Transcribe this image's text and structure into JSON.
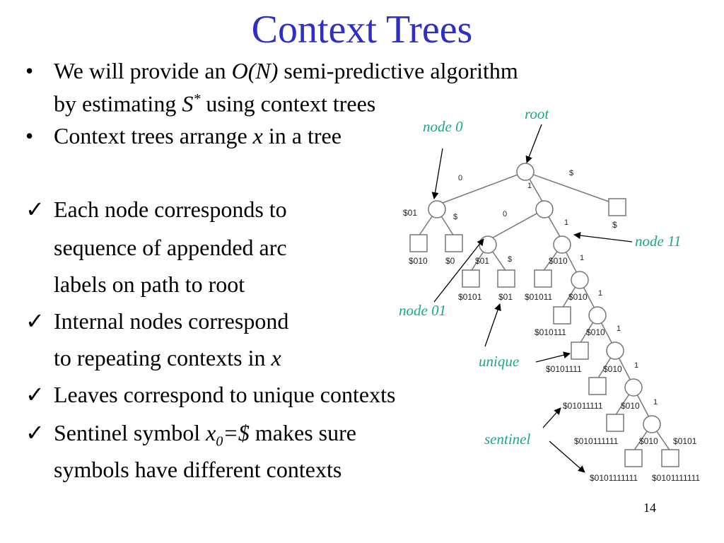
{
  "title": "Context Trees",
  "bullets": [
    {
      "symbol": "•",
      "parts": [
        {
          "t": "We will provide an ",
          "i": false
        },
        {
          "t": "O(N)",
          "i": true
        },
        {
          "t": " semi-predictive algorithm",
          "i": false
        }
      ]
    },
    {
      "symbol": "",
      "parts": [
        {
          "t": "by estimating ",
          "i": false
        },
        {
          "t": "S",
          "i": true
        },
        {
          "t": "*",
          "i": true,
          "sup": true
        },
        {
          "t": " using context trees",
          "i": false
        }
      ]
    },
    {
      "symbol": "•",
      "parts": [
        {
          "t": "Context trees arrange ",
          "i": false
        },
        {
          "t": "x",
          "i": true
        },
        {
          "t": " in a tree",
          "i": false
        }
      ]
    },
    {
      "symbol": "✓",
      "parts": [
        {
          "t": "Each node corresponds to",
          "i": false
        }
      ]
    },
    {
      "symbol": "",
      "parts": [
        {
          "t": "sequence of appended arc",
          "i": false
        }
      ]
    },
    {
      "symbol": "",
      "parts": [
        {
          "t": "labels on path to root",
          "i": false
        }
      ]
    },
    {
      "symbol": "✓",
      "parts": [
        {
          "t": "Internal nodes correspond",
          "i": false
        }
      ]
    },
    {
      "symbol": "",
      "parts": [
        {
          "t": "to repeating contexts in ",
          "i": false
        },
        {
          "t": "x",
          "i": true
        }
      ]
    },
    {
      "symbol": "✓",
      "parts": [
        {
          "t": "Leaves correspond to unique contexts",
          "i": false
        }
      ]
    },
    {
      "symbol": "✓",
      "parts": [
        {
          "t": "Sentinel symbol ",
          "i": false
        },
        {
          "t": "x",
          "i": true
        },
        {
          "t": "0",
          "i": true,
          "sub": true
        },
        {
          "t": "=$",
          "i": true
        },
        {
          "t": " makes sure",
          "i": false
        }
      ]
    },
    {
      "symbol": "",
      "parts": [
        {
          "t": "symbols have different contexts",
          "i": false
        }
      ]
    }
  ],
  "callouts": {
    "root": "root",
    "node0": "node 0",
    "node11": "node 11",
    "node01": "node 01",
    "unique": "unique",
    "sentinel": "sentinel"
  },
  "tree": {
    "edges": {
      "e_root_0": "0",
      "e_root_1": "1",
      "e_root_s": "$",
      "e_n0_s": "$",
      "e_n1_0": "0",
      "e_n1_1": "1",
      "e_n01_s": "$",
      "e_n11_1": "1",
      "e_n111_1": "1",
      "e_n1111_1": "1",
      "e_n11111_1": "1",
      "e_n111111_1": "1"
    },
    "leaves": {
      "l_root_s": "$",
      "l_n0_a": "$010",
      "l_n0_b": "$0",
      "l_n01_a": "$0101",
      "l_n01_b": "$01",
      "l_n11_a": "$01011",
      "l_n111_a": "$010111",
      "l_n1111_a": "$0101111",
      "l_n11111_a": "$01011111",
      "l_n111111_a": "$010111111",
      "l_n1111111_a": "$0101111111",
      "l_n1111111_b": "$0101111111"
    },
    "inline_labels": {
      "n0": "$01",
      "n01": "$01",
      "n11": "$010",
      "n111": "$010",
      "n1111": "$010",
      "n11111": "$010",
      "n111111": "$010",
      "n1111111": "$010",
      "n1111111_r": "$0101"
    }
  },
  "page_number": "14"
}
